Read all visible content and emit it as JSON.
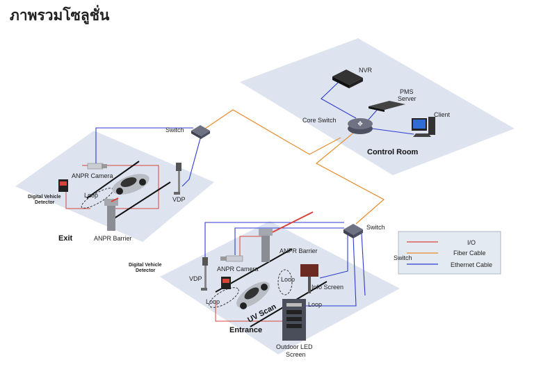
{
  "title": "ภาพรวมโซลูชั่น",
  "control_room": {
    "label": "Control Room",
    "nvr": "NVR",
    "pms_server": "PMS\nServer",
    "core_switch": "Core Switch",
    "client": "Client"
  },
  "exit_zone": {
    "label": "Exit",
    "switch": "Switch",
    "anpr_camera": "ANPR Camera",
    "loop": "Loop",
    "digital_vehicle_detector": "Digital Vehicle\nDetector",
    "anpr_barrier": "ANPR Barrier",
    "vdp": "VDP"
  },
  "entrance_zone": {
    "label": "Entrance",
    "switch": "Switch",
    "digital_vehicle_detector": "Digital Vehicle\nDetector",
    "anpr_camera": "ANPR Camera",
    "anpr_barrier": "ANPR Barrier",
    "vdp": "VDP",
    "loop_left": "Loop",
    "loop_right": "Loop",
    "uv_scan": "UV Scan",
    "info_screen": "Info Screen",
    "outdoor_led_screen": "Outdoor LED\nScreen"
  },
  "legend": {
    "items": [
      {
        "label": "I/O",
        "color": "#d9443a"
      },
      {
        "label": "Fiber Cable",
        "color": "#e88a2a"
      },
      {
        "label": "Ethernet Cable",
        "color": "#2b3bd1"
      }
    ],
    "switch_label": "Switch"
  }
}
